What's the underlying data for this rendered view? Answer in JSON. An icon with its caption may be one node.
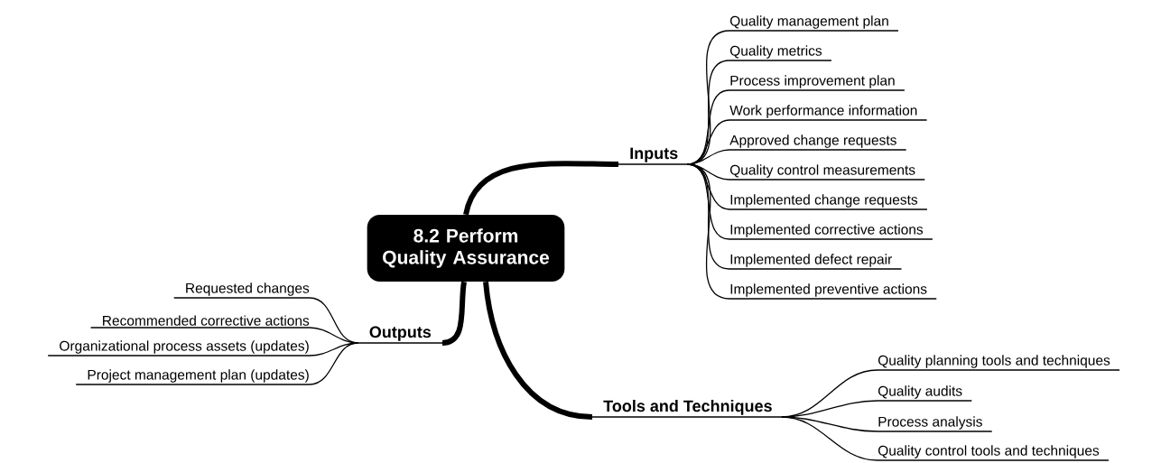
{
  "diagram": {
    "nodes": [
      {
        "text": [
          "8.2 Perform Quality Assurance"
        ]
      },
      {
        "text": [
          "Inputs"
        ]
      },
      {
        "text": [
          "Quality management plan"
        ]
      },
      {
        "text": [
          "Quality metrics"
        ]
      },
      {
        "text": [
          "Process improvement plan"
        ]
      },
      {
        "text": [
          "Work performance information"
        ]
      },
      {
        "text": [
          "Approved change requests"
        ]
      },
      {
        "text": [
          "Quality control measurements"
        ]
      },
      {
        "text": [
          "Implemented  change requests"
        ]
      },
      {
        "text": [
          "Implemented corrective actions"
        ]
      },
      {
        "text": [
          "Implemented defect repair"
        ]
      },
      {
        "text": [
          "Implemented preventive actions"
        ]
      },
      {
        "text": [
          "Outputs"
        ]
      },
      {
        "text": [
          "Requested changes"
        ]
      },
      {
        "text": [
          "Recommended corrective actions"
        ]
      },
      {
        "text": [
          "Organizational process assets (updates)"
        ]
      },
      {
        "text": [
          "Project management plan (updates)"
        ]
      },
      {
        "text": [
          "Tools and Techniques"
        ]
      },
      {
        "text": [
          "Quality planning tools and techniques"
        ]
      },
      {
        "text": [
          "Quality audits"
        ]
      },
      {
        "text": [
          "Process analysis"
        ]
      },
      {
        "text": [
          "Quality control tools and techniques"
        ]
      }
    ],
    "edges": [
      {
        "from": 0,
        "to": 1,
        "arrow": "none",
        "style": "thick"
      },
      {
        "from": 1,
        "to": 2,
        "arrow": "none"
      },
      {
        "from": 1,
        "to": 3,
        "arrow": "none"
      },
      {
        "from": 1,
        "to": 4,
        "arrow": "none"
      },
      {
        "from": 1,
        "to": 5,
        "arrow": "none"
      },
      {
        "from": 1,
        "to": 6,
        "arrow": "none"
      },
      {
        "from": 1,
        "to": 7,
        "arrow": "none"
      },
      {
        "from": 1,
        "to": 8,
        "arrow": "none"
      },
      {
        "from": 1,
        "to": 9,
        "arrow": "none"
      },
      {
        "from": 1,
        "to": 10,
        "arrow": "none"
      },
      {
        "from": 1,
        "to": 11,
        "arrow": "none"
      },
      {
        "from": 0,
        "to": 12,
        "arrow": "none",
        "style": "thick"
      },
      {
        "from": 12,
        "to": 13,
        "arrow": "none"
      },
      {
        "from": 12,
        "to": 14,
        "arrow": "none"
      },
      {
        "from": 12,
        "to": 15,
        "arrow": "none"
      },
      {
        "from": 12,
        "to": 16,
        "arrow": "none"
      },
      {
        "from": 0,
        "to": 17,
        "arrow": "none",
        "style": "thick"
      },
      {
        "from": 17,
        "to": 18,
        "arrow": "none"
      },
      {
        "from": 17,
        "to": 19,
        "arrow": "none"
      },
      {
        "from": 17,
        "to": 20,
        "arrow": "none"
      },
      {
        "from": 17,
        "to": 21,
        "arrow": "none"
      }
    ]
  }
}
